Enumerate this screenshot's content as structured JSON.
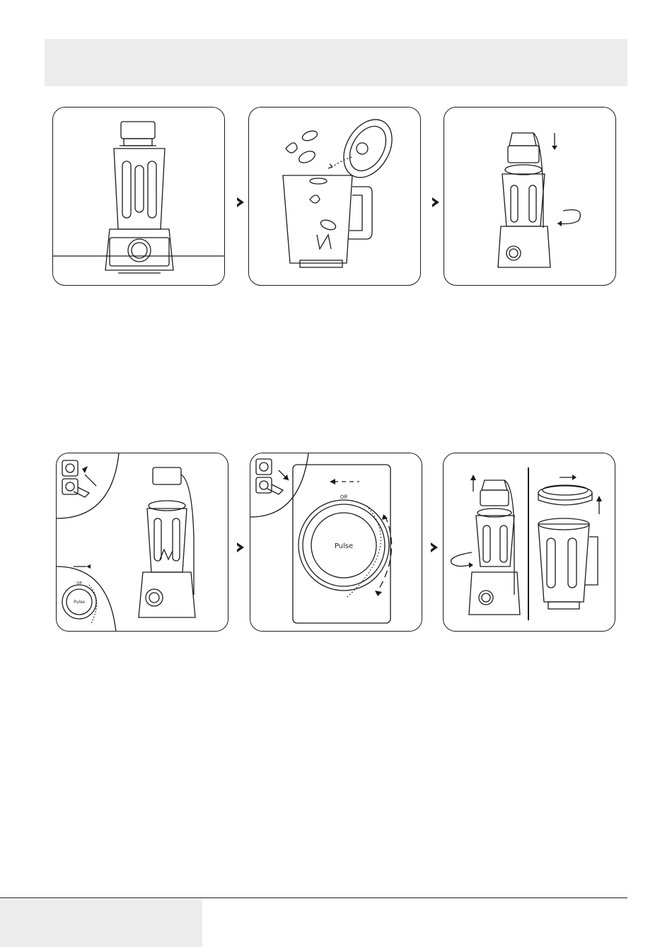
{
  "panels": [
    {
      "label": "step-assembled-blender"
    },
    {
      "label": "step-add-ingredients"
    },
    {
      "label": "step-attach-lid-and-vacuum-pump"
    },
    {
      "label": "step-plug-in-and-turn-on"
    },
    {
      "label": "step-unplug-and-turn-off"
    },
    {
      "label": "step-remove-jug-and-lid"
    }
  ],
  "dial_small": {
    "top_label": "Off",
    "center_label": "Pulse"
  },
  "dial_large": {
    "top_label": "Off",
    "center_label": "Pulse"
  },
  "colors": {
    "line": "#1a1a1a",
    "band": "#ececec"
  }
}
